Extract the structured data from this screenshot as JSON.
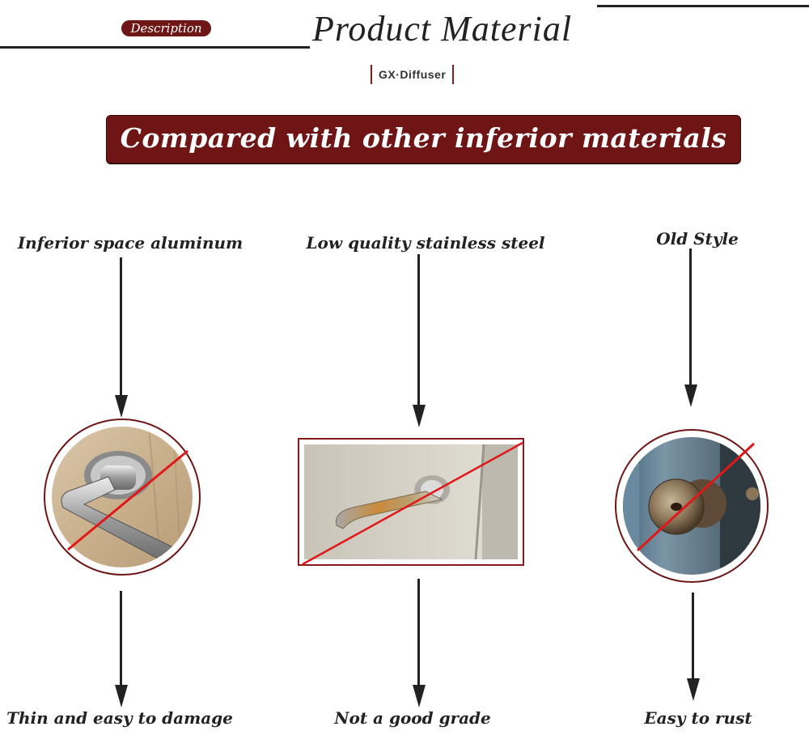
{
  "header": {
    "description_label": "Description",
    "title": "Product Material",
    "brand": "GX·Diffuser"
  },
  "banner": {
    "text": "Compared with other inferior materials"
  },
  "columns": [
    {
      "top_label": "Inferior space aluminum",
      "bottom_label": "Thin and easy to damage",
      "image_icon": "aluminum-lever-handle"
    },
    {
      "top_label": "Low quality stainless steel",
      "bottom_label": "Not a good grade",
      "image_icon": "rusty-lever-handle"
    },
    {
      "top_label": "Old Style",
      "bottom_label": "Easy to rust",
      "image_icon": "rusty-door-knob"
    }
  ],
  "colors": {
    "brand_red": "#6f1515",
    "strike_red": "#e01818",
    "text": "#222222"
  }
}
